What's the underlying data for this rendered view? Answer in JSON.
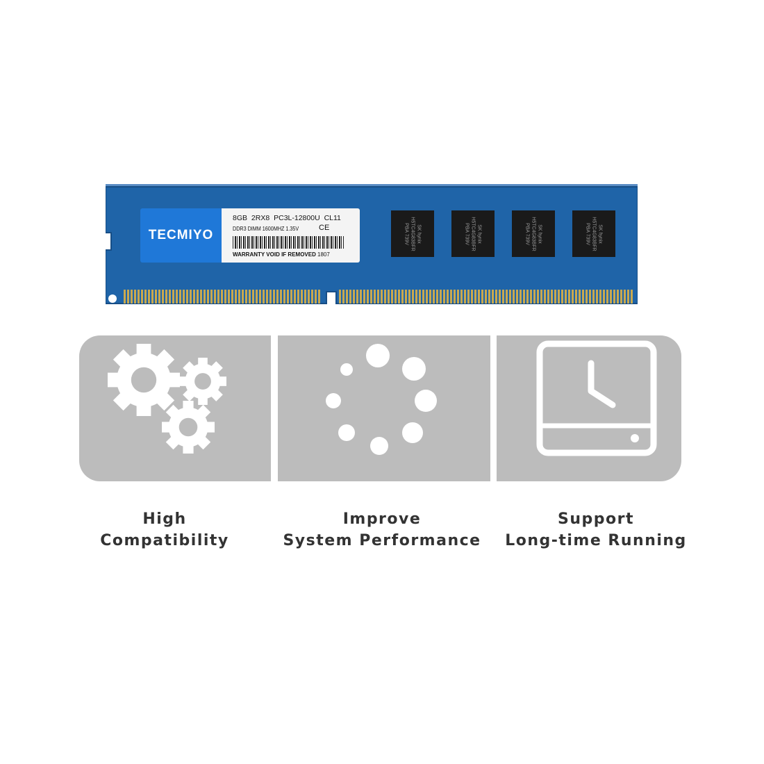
{
  "product": {
    "brand": "TECMIYO",
    "label_line1": "8GB  2RX8  PC3L-12800U  CL11",
    "label_line2": "DDR3 DIMM 1600MHZ 1.35V",
    "certification": "CE",
    "warranty": "WARRANTY VOID IF REMOVED",
    "code": "1807",
    "chip_text": "SK hynix H5TC4G83BFR PBA 739V",
    "pcb_color": "#1f64a8",
    "label_color": "#1f78d8"
  },
  "features": [
    {
      "icon": "gears-icon",
      "line1": "High",
      "line2": "Compatibility"
    },
    {
      "icon": "loading-spinner-icon",
      "line1": "Improve",
      "line2": "System Performance"
    },
    {
      "icon": "monitor-clock-icon",
      "line1": "Support",
      "line2": "Long-time Running"
    }
  ],
  "colors": {
    "panel": "#bcbcbc",
    "icon": "#ffffff",
    "caption": "#333333"
  }
}
